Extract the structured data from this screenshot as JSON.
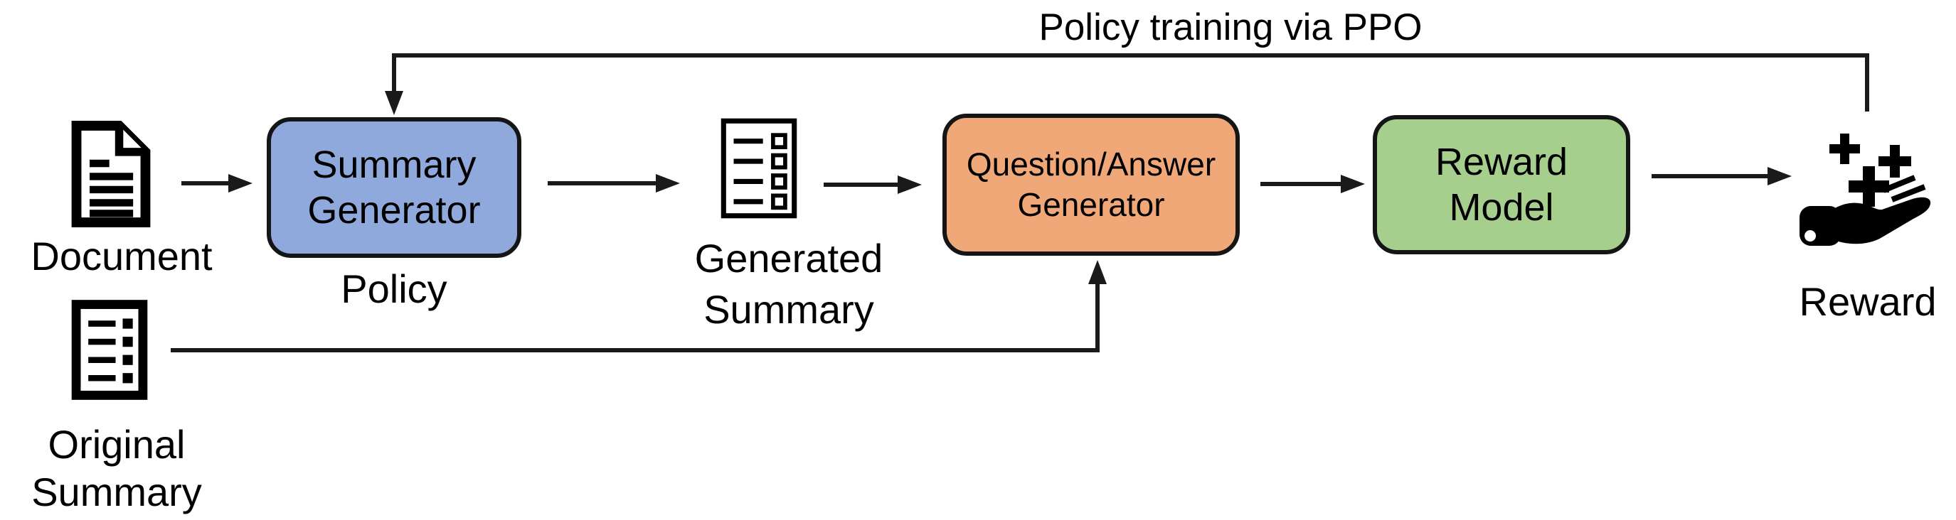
{
  "diagram": {
    "title": "Policy training via PPO",
    "nodes": {
      "document": {
        "label": "Document",
        "icon": "document-icon"
      },
      "summary_generator": {
        "line1": "Summary",
        "line2": "Generator",
        "sublabel": "Policy",
        "fill": "#8FA9DC"
      },
      "generated_summary": {
        "line1": "Generated",
        "line2": "Summary",
        "icon": "checklist-icon"
      },
      "qa_generator": {
        "line1": "Question/Answer",
        "line2": "Generator",
        "fill": "#F1A878"
      },
      "reward_model": {
        "line1": "Reward",
        "line2": "Model",
        "fill": "#A6CF8D"
      },
      "reward": {
        "label": "Reward",
        "icon": "hand-receiving-plus-icon"
      },
      "original_summary": {
        "line1": "Original",
        "line2": "Summary",
        "icon": "checklist-filled-icon"
      }
    },
    "edges": [
      {
        "from": "document",
        "to": "summary_generator"
      },
      {
        "from": "summary_generator",
        "to": "generated_summary"
      },
      {
        "from": "generated_summary",
        "to": "qa_generator"
      },
      {
        "from": "qa_generator",
        "to": "reward_model"
      },
      {
        "from": "reward_model",
        "to": "reward"
      },
      {
        "from": "original_summary",
        "to": "qa_generator"
      },
      {
        "from": "reward",
        "to": "summary_generator",
        "label": "Policy training via PPO"
      }
    ],
    "colors": {
      "background": "#FFFFFF",
      "line": "#1A1A1A",
      "text": "#000000",
      "summary_generator_fill": "#8FA9DC",
      "qa_generator_fill": "#F1A878",
      "reward_model_fill": "#A6CF8D"
    }
  }
}
